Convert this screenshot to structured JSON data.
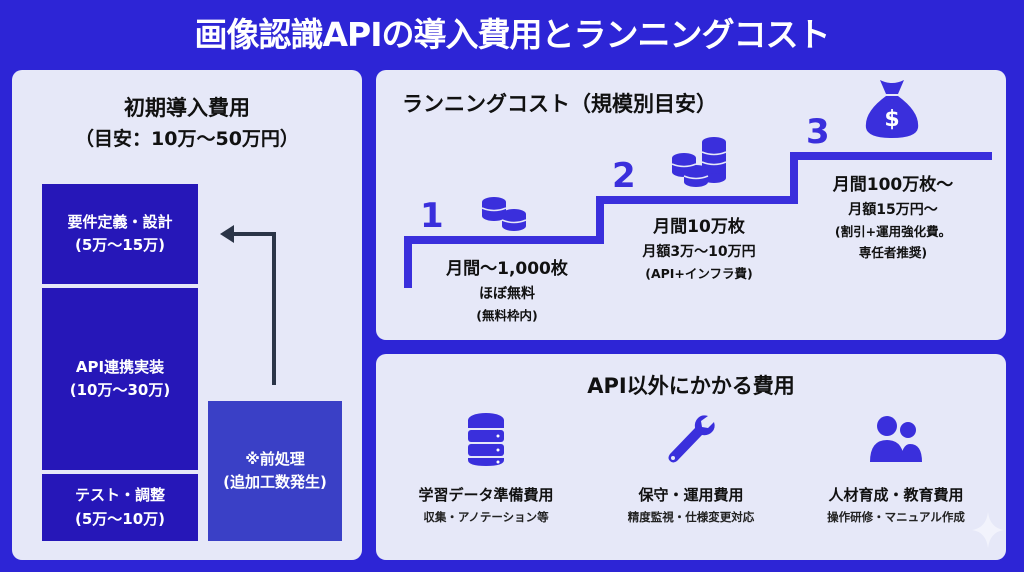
{
  "title": "画像認識APIの導入費用とランニングコスト",
  "initial_cost": {
    "heading": "初期導入費用",
    "estimate": "（目安：10万〜50万円）",
    "blocks": [
      {
        "name": "要件定義・設計",
        "range": "(5万〜15万)"
      },
      {
        "name": "API連携実装",
        "range": "(10万〜30万)"
      },
      {
        "name": "テスト・調整",
        "range": "(5万〜10万)"
      }
    ],
    "extra": {
      "name": "※前処理",
      "note": "(追加工数発生)"
    }
  },
  "running_cost": {
    "heading": "ランニングコスト（規模別目安）",
    "steps": [
      {
        "number": "1",
        "volume": "月間〜1,000枚",
        "cost": "ほぼ無料",
        "note": "(無料枠内)"
      },
      {
        "number": "2",
        "volume": "月間10万枚",
        "cost": "月額3万〜10万円",
        "note": "(API+インフラ費)"
      },
      {
        "number": "3",
        "volume": "月間100万枚〜",
        "cost": "月額15万円〜",
        "note": "(割引+運用強化費。",
        "note2": "専任者推奨)"
      }
    ]
  },
  "other_costs": {
    "heading": "API以外にかかる費用",
    "items": [
      {
        "icon": "database-icon",
        "label": "学習データ準備費用",
        "sub": "収集・アノテーション等"
      },
      {
        "icon": "wrench-icon",
        "label": "保守・運用費用",
        "sub": "精度監視・仕様変更対応"
      },
      {
        "icon": "users-icon",
        "label": "人材育成・教育費用",
        "sub": "操作研修・マニュアル作成"
      }
    ]
  },
  "colors": {
    "background": "#2d25d6",
    "panel": "#e6e8f8",
    "block": "#2617b8",
    "accent": "#3a2fdc"
  }
}
